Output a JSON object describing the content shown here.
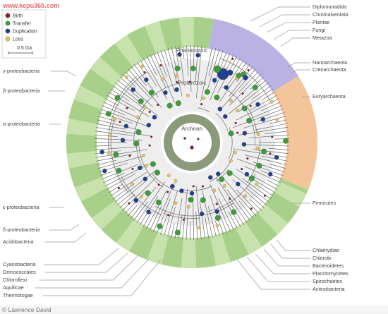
{
  "watermark": "www.kepu365.com",
  "legend": {
    "items": [
      {
        "label": "Birth",
        "color": "#8b1f2b",
        "icon": "birth-dot-icon"
      },
      {
        "label": "Transfer",
        "color": "#3f9a3b",
        "icon": "transfer-dot-icon"
      },
      {
        "label": "Duplication",
        "color": "#1f3f8f",
        "icon": "duplication-dot-icon"
      },
      {
        "label": "Loss",
        "color": "#e3c35b",
        "icon": "loss-dot-icon"
      }
    ],
    "scale_label": "0.5 Ga"
  },
  "eras": {
    "phanerozoic": "Phanerozoic",
    "proterozoic": "Proterozoic",
    "archean": "Archean"
  },
  "colors": {
    "bacteria": "#a9d08a",
    "bacteria_alt": "#c8e2ad",
    "eukarya": "#b9b2e3",
    "archaea": "#f4c49a",
    "core": "#8a9a7a",
    "proterozoic_ring": "#eeeeee"
  },
  "groups_right": [
    "Diplomonadida",
    "Chromalveolata",
    "Plantae",
    "Fungi",
    "Metazoa",
    "Nanoarchaeota",
    "Crenarchaeota",
    "Euryarchaeota",
    "Firmicutes",
    "Chlamydiae",
    "Chlorobi",
    "Bacteroidetes",
    "Planctomycetes",
    "Spirochaetes",
    "Actinobacteria"
  ],
  "groups_left": [
    "γ-proteobacteria",
    "β-proteobacteria",
    "α-proteobacteria",
    "ε-proteobacteria",
    "δ-proteobacteria",
    "Acidobacteria",
    "Cyanobacteria",
    "Deinococcales",
    "Chloroflexi",
    "Aquificae",
    "Thermotogae"
  ],
  "credit": "© Lawrence David"
}
